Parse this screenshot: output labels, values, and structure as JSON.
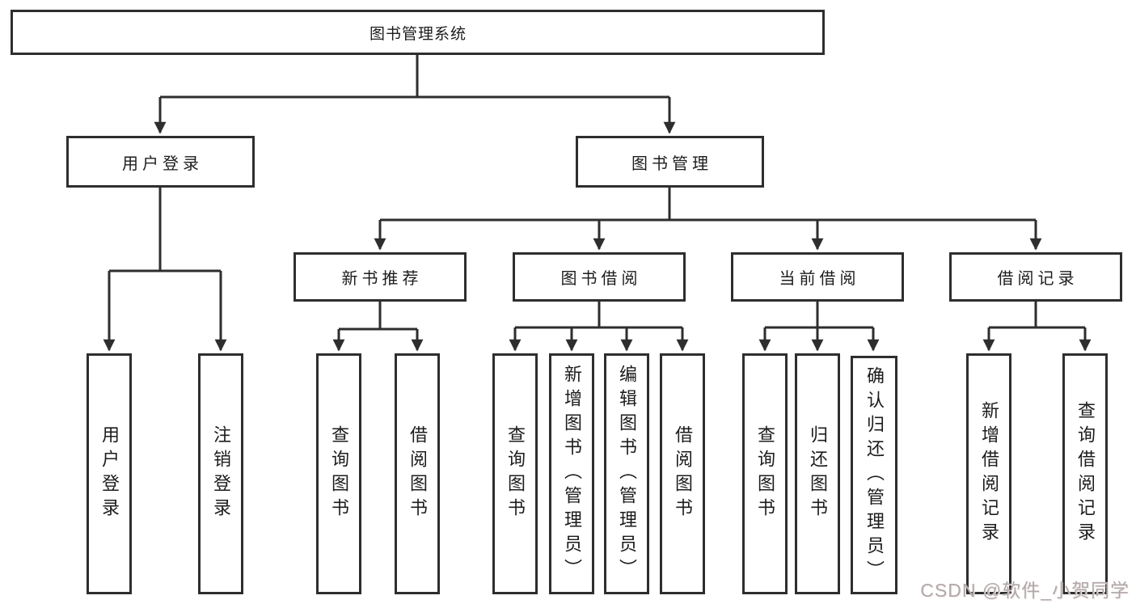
{
  "colors": {
    "line": "#2e2e2e",
    "box_border": "#2e2e2e",
    "text": "#1c1c1c",
    "watermark": "#b3a8a8",
    "background": "#ffffff"
  },
  "watermark": {
    "text": "CSDN @软件_小贺同学"
  },
  "tree": {
    "label": "图书管理系统",
    "children": [
      {
        "label": "用户登录",
        "children": [
          {
            "label": "用户登录"
          },
          {
            "label": "注销登录"
          }
        ]
      },
      {
        "label": "图书管理",
        "children": [
          {
            "label": "新书推荐",
            "children": [
              {
                "label": "查询图书"
              },
              {
                "label": "借阅图书"
              }
            ]
          },
          {
            "label": "图书借阅",
            "children": [
              {
                "label": "查询图书"
              },
              {
                "label": "新增图书（管理员）"
              },
              {
                "label": "编辑图书（管理员）"
              },
              {
                "label": "借阅图书"
              }
            ]
          },
          {
            "label": "当前借阅",
            "children": [
              {
                "label": "查询图书"
              },
              {
                "label": "归还图书"
              },
              {
                "label": "确认归还（管理员）"
              }
            ]
          },
          {
            "label": "借阅记录",
            "children": [
              {
                "label": "新增借阅记录"
              },
              {
                "label": "查询借阅记录"
              }
            ]
          }
        ]
      }
    ]
  }
}
